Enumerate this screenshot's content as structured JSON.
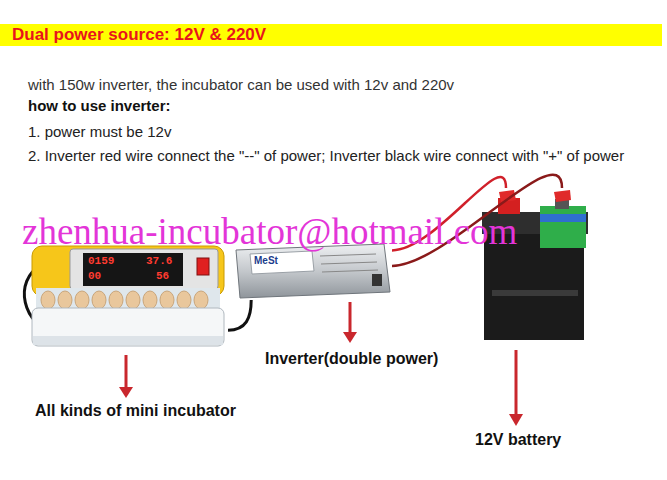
{
  "diagram": {
    "title": "Dual power source: 12V & 220V",
    "nodes": [
      {
        "text": [
          "All kinds of mini incubator"
        ]
      },
      {
        "text": [
          "Inverter(double power)"
        ]
      },
      {
        "text": [
          "12V battery"
        ]
      }
    ],
    "edges": [
      {
        "from": 0,
        "to": 1,
        "arrow": "none"
      },
      {
        "from": 1,
        "to": 2,
        "arrow": "none"
      },
      {
        "from": 1,
        "to": 2,
        "arrow": "none"
      }
    ],
    "labels": [
      "with 150w inverter, the incubator can be used with 12v and 220v",
      "how to use inverter:",
      "1. power must be 12v",
      "2. Inverter red wire connect the \"--\" of power; Inverter black wire connect with \"+\" of power",
      "zhenhua-incubator@hotmail.com",
      "0159",
      "37.6",
      "00",
      "56",
      "MeSt"
    ]
  }
}
